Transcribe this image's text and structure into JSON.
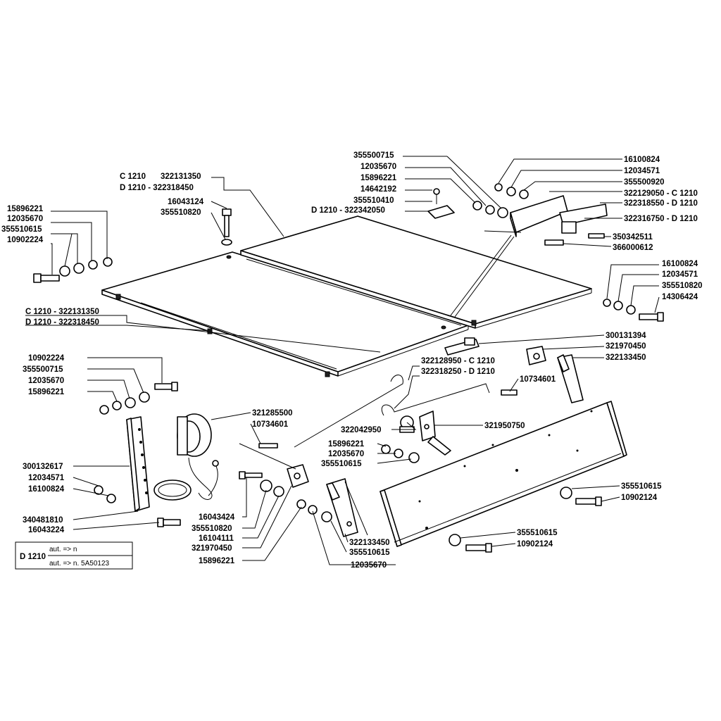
{
  "labels": {
    "top_left_cover_c": "C 1210",
    "top_left_cover_c_code": "322131350",
    "top_left_cover_d": "D 1210 - 322318450",
    "bolt_top": "16043124",
    "washer_top": "355510820",
    "left_stack": [
      "15896221",
      "12035670",
      "355510615",
      "10902224"
    ],
    "hinge_stack": [
      "355500715",
      "12035670",
      "15896221",
      "14642192",
      "355510410"
    ],
    "hinge_d": "D 1210 - 322342050",
    "right_top_stack": [
      "16100824",
      "12034571",
      "355500920"
    ],
    "right_top_c": "322129050 - C 1210",
    "right_top_d": "322318550 - D 1210",
    "right_top_d2": "322316750 - D 1210",
    "right_top_bolt1": "350342511",
    "right_top_bolt2": "366000612",
    "right_mid_stack": [
      "16100824",
      "12034571",
      "355510820",
      "14306424"
    ],
    "lower_cover_c": "C 1210 - 322131350",
    "lower_cover_d": "D 1210 - 322318450",
    "latch": "300131394",
    "bracket_a": "321970450",
    "bracket_b": "322133450",
    "rod_c": "322128950 - C 1210",
    "rod_d": "322318250 - D 1210",
    "pin_right": "10734601",
    "mid_left_stack": [
      "10902224",
      "355500715",
      "12035670",
      "15896221"
    ],
    "horn": "321285500",
    "pin_left": "10734601",
    "clip": "322042950",
    "holder": "321950750",
    "holder_stack": [
      "15896221",
      "12035670",
      "355510615"
    ],
    "rail": "300132617",
    "rail_nuts": [
      "12034571",
      "16100824"
    ],
    "rail_bolt1": "340481810",
    "rail_bolt2": "16043224",
    "horn_stack": [
      "16043424",
      "355510820",
      "16104111",
      "321970450",
      "15896221"
    ],
    "low_bracket": "322133450",
    "low_washer": "355510615",
    "low_nut": "12035670",
    "panel_right1": [
      "355510615",
      "10902124"
    ],
    "panel_right2": [
      "355510615",
      "10902124"
    ],
    "legend_model": "D 1210",
    "legend_line1": "aut. => n",
    "legend_line2": "aut. => n. 5A50123"
  }
}
